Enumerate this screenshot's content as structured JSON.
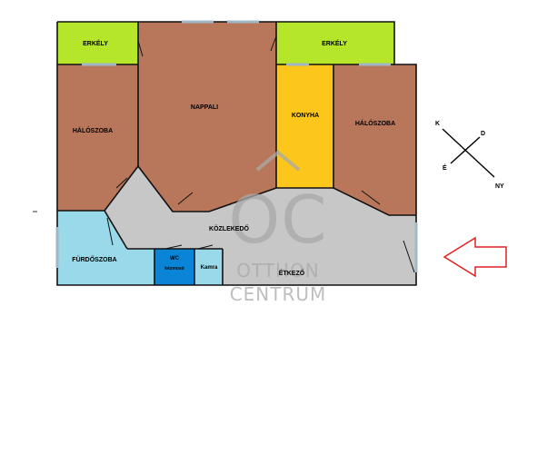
{
  "floor_plan": {
    "rooms": [
      {
        "id": "erkely-left",
        "label": "ERKÉLY",
        "color": "#b6e62a"
      },
      {
        "id": "erkely-right",
        "label": "ERKÉLY",
        "color": "#b6e62a"
      },
      {
        "id": "halo-left",
        "label": "HÁLÓSZOBA",
        "color": "#b8775a"
      },
      {
        "id": "nappali",
        "label": "NAPPALI",
        "color": "#b8775a"
      },
      {
        "id": "konyha",
        "label": "KONYHA",
        "color": "#fcc61a"
      },
      {
        "id": "halo-right",
        "label": "HÁLÓSZOBA",
        "color": "#b8775a"
      },
      {
        "id": "kozlekedo",
        "label": "KÖZLEKEDŐ",
        "color": "#c7c7c7"
      },
      {
        "id": "etkezo",
        "label": "ÉTKEZŐ",
        "color": "#c7c7c7"
      },
      {
        "id": "furdo",
        "label": "FÜRDŐSZOBA",
        "color": "#99d9ea"
      },
      {
        "id": "wc",
        "label_line1": "WC",
        "label_line2": "kézmosó",
        "color": "#0a84d6"
      },
      {
        "id": "kamra",
        "label": "Kamra",
        "color": "#99d9ea"
      }
    ]
  },
  "compass": {
    "north": "K",
    "east": "D",
    "south": "NY",
    "west": "É"
  },
  "watermark": {
    "logo": "OC",
    "line1": "OTTHON",
    "line2": "CENTRUM"
  },
  "entrance_arrow": {
    "color": "#e02020"
  }
}
